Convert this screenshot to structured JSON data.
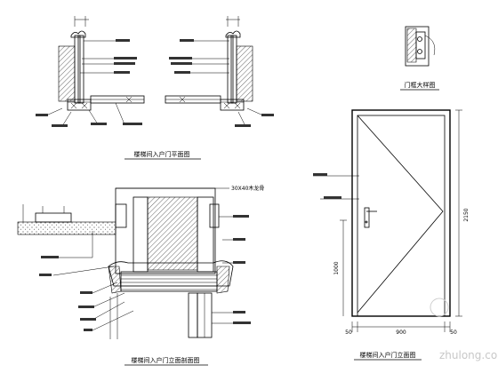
{
  "drawing": {
    "titles": {
      "plan_section": "楼梯间入户门平面图",
      "vertical_section": "楼梯间入户门立面剖面图",
      "elevation": "楼梯间入户门立面图",
      "detail": "门框大样图"
    },
    "dimensions": {
      "height": "2150",
      "handle_height": "1000",
      "door_width": "900",
      "side_left": "50",
      "side_right": "50"
    },
    "vertical_section_note": "30X40木龙骨",
    "watermark": "zhulong.com"
  }
}
